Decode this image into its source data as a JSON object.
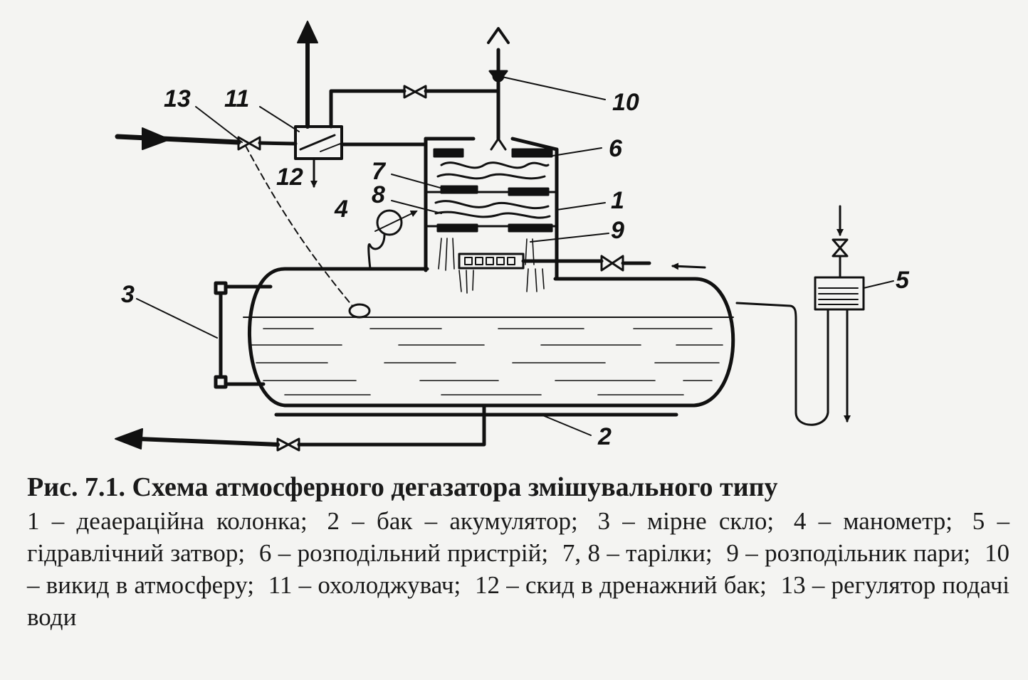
{
  "labels": {
    "n1": "1",
    "n2": "2",
    "n3": "3",
    "n4": "4",
    "n5": "5",
    "n6": "6",
    "n7": "7",
    "n8": "8",
    "n9": "9",
    "n10": "10",
    "n11": "11",
    "n12": "12",
    "n13": "13"
  },
  "caption": {
    "title": "Рис. 7.1. Схема атмосферного дегазатора змішувального типу",
    "legend": [
      "1 – деаераційна колонка;",
      "2 – бак – акумулятор;",
      "3 – мірне скло;",
      "4 – манометр;",
      "5 – гідравлічний затвор;",
      "6 – розподільний пристрій;",
      "7, 8 – тарілки;",
      "9 – розподільник пари;",
      "10 – викид в атмосферу;",
      "11 – охолоджувач;",
      "12 – скид в дренажний бак;",
      "13 – регулятор подачі води"
    ]
  },
  "colors": {
    "ink": "#111111",
    "paper": "#f4f4f2"
  }
}
